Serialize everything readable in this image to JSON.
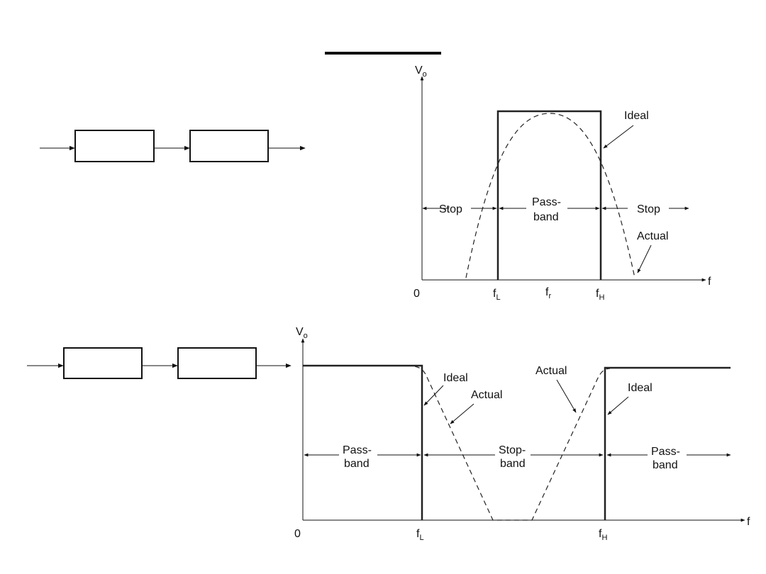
{
  "bandpass": {
    "y_axis": "V",
    "y_axis_sub": "o",
    "x_axis": "f",
    "origin": "0",
    "f_low": "f",
    "f_low_sub": "L",
    "f_res": "f",
    "f_res_sub": "r",
    "f_high": "f",
    "f_high_sub": "H",
    "stop_left": "Stop",
    "pass_line1": "Pass-",
    "pass_line2": "band",
    "stop_right": "Stop",
    "ideal": "Ideal",
    "actual": "Actual"
  },
  "bandstop": {
    "y_axis": "V",
    "y_axis_sub": "o",
    "x_axis": "f",
    "origin": "0",
    "f_low": "f",
    "f_low_sub": "L",
    "f_high": "f",
    "f_high_sub": "H",
    "pass_left_1": "Pass-",
    "pass_left_2": "band",
    "stop_1": "Stop-",
    "stop_2": "band",
    "pass_right_1": "Pass-",
    "pass_right_2": "band",
    "ideal_left": "Ideal",
    "actual_left": "Actual",
    "actual_right": "Actual",
    "ideal_right": "Ideal"
  }
}
